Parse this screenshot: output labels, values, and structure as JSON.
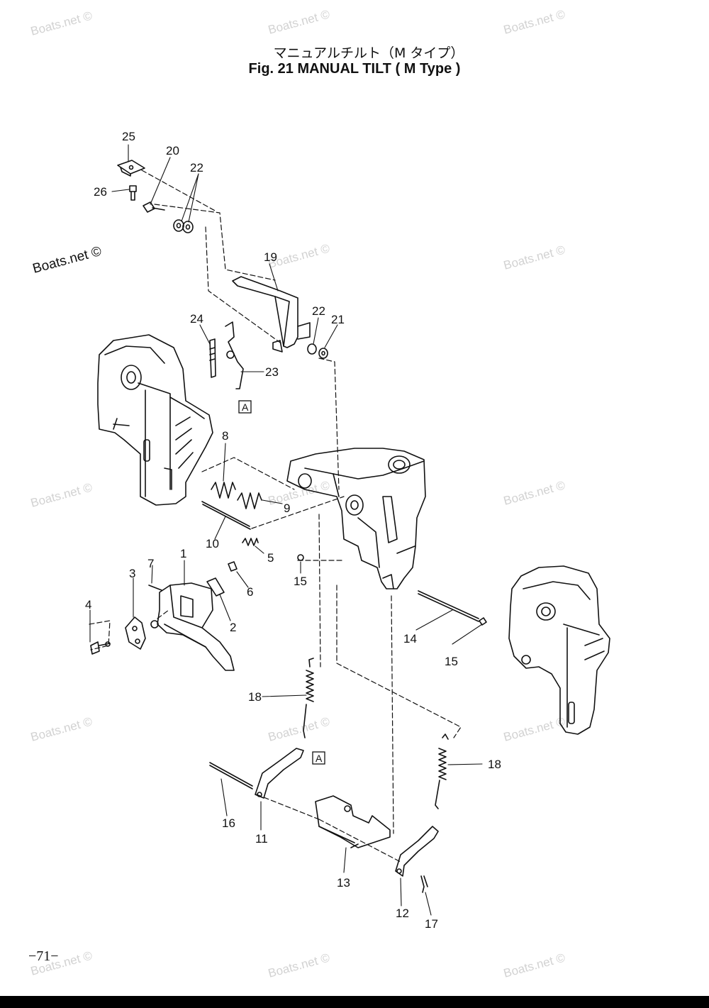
{
  "title": {
    "japanese": "マニュアルチルト（M タイプ）",
    "english": "Fig. 21   MANUAL TILT ( M Type )"
  },
  "page_number": "−71−",
  "watermark": "Boats.net ©",
  "reference_marker": "A",
  "callouts": {
    "c1": "1",
    "c2": "2",
    "c3": "3",
    "c4": "4",
    "c5": "5",
    "c6": "6",
    "c7": "7",
    "c8": "8",
    "c9": "9",
    "c10": "10",
    "c11": "11",
    "c12": "12",
    "c13": "13",
    "c14": "14",
    "c15a": "15",
    "c15b": "15",
    "c16": "16",
    "c17": "17",
    "c18a": "18",
    "c18b": "18",
    "c19": "19",
    "c20": "20",
    "c21": "21",
    "c22a": "22",
    "c22b": "22",
    "c23": "23",
    "c24": "24",
    "c25": "25",
    "c26": "26"
  },
  "colors": {
    "ink": "#111111",
    "watermark": "#d2d2d2",
    "paper": "#ffffff"
  }
}
